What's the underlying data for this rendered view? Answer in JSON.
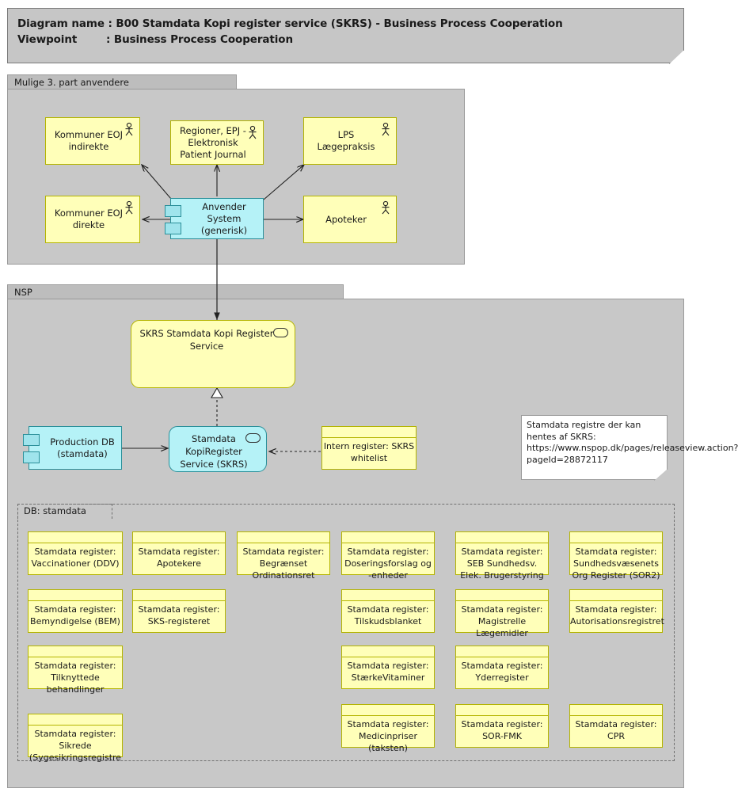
{
  "header": {
    "line1": "Diagram name : B00 Stamdata Kopi register service (SKRS) - Business Process Cooperation",
    "line2": "Viewpoint        : Business Process Cooperation"
  },
  "groups": {
    "third_party": {
      "label": "Mulige 3. part anvendere"
    },
    "nsp": {
      "label": "NSP"
    },
    "db_stamdata": {
      "label": "DB: stamdata"
    }
  },
  "actors": [
    {
      "id": "kommuner-eoj-indirekte",
      "label": "Kommuner EOJ indirekte"
    },
    {
      "id": "regioner-epj",
      "label": "Regioner, EPJ - Elektronisk Patient Journal"
    },
    {
      "id": "lps-laegepraksis",
      "label": "LPS Lægepraksis"
    },
    {
      "id": "kommuner-eoj-direkte",
      "label": "Kommuner EOJ direkte"
    },
    {
      "id": "apoteker",
      "label": "Apoteker"
    }
  ],
  "components": [
    {
      "id": "anvender-system",
      "label": "Anvender System (generisk)"
    },
    {
      "id": "production-db",
      "label": "Production DB (stamdata)"
    }
  ],
  "services": [
    {
      "id": "skrs-service",
      "label": "SKRS Stamdata Kopi Register Service"
    },
    {
      "id": "skrs-kopiregister",
      "label": "Stamdata KopiRegister Service (SKRS)"
    }
  ],
  "intern_register": {
    "label": "Intern register: SKRS whitelist"
  },
  "note": {
    "text": "Stamdata registre der kan hentes af SKRS: https://www.nspop.dk/pages/releaseview.action?pageId=28872117"
  },
  "registers": [
    {
      "id": "reg-ddv",
      "label": "Stamdata register: Vaccinationer (DDV)"
    },
    {
      "id": "reg-apotekere",
      "label": "Stamdata register: Apotekere"
    },
    {
      "id": "reg-begraenset",
      "label": "Stamdata register: Begrænset Ordinationsret"
    },
    {
      "id": "reg-doseringsforslag",
      "label": "Stamdata register: Doseringsforslag og -enheder"
    },
    {
      "id": "reg-seb",
      "label": "Stamdata register: SEB Sundhedsv. Elek. Brugerstyring"
    },
    {
      "id": "reg-sor2",
      "label": "Stamdata register: Sundhedsvæsenets Org Register (SOR2)"
    },
    {
      "id": "reg-bem",
      "label": "Stamdata register: Bemyndigelse (BEM)"
    },
    {
      "id": "reg-sks",
      "label": "Stamdata register: SKS-registeret"
    },
    {
      "id": "reg-tilskudsblanket",
      "label": "Stamdata register: Tilskudsblanket"
    },
    {
      "id": "reg-magistrelle",
      "label": "Stamdata register: Magistrelle Lægemidler"
    },
    {
      "id": "reg-autorisation",
      "label": "Stamdata register: Autorisationsregistret"
    },
    {
      "id": "reg-tilknyttede",
      "label": "Stamdata register: Tilknyttede behandlinger"
    },
    {
      "id": "reg-staerkevitaminer",
      "label": "Stamdata register: StærkeVitaminer"
    },
    {
      "id": "reg-yderregister",
      "label": "Stamdata register: Yderregister"
    },
    {
      "id": "reg-sikrede",
      "label": "Stamdata register: Sikrede (Sygesikringsregistre"
    },
    {
      "id": "reg-medicinpriser",
      "label": "Stamdata register: Medicinpriser (taksten)"
    },
    {
      "id": "reg-sor-fmk",
      "label": "Stamdata register: SOR-FMK"
    },
    {
      "id": "reg-cpr",
      "label": "Stamdata register: CPR"
    }
  ],
  "colors": {
    "group_body": "#c8c8c8",
    "group_tab": "#bdbdbd",
    "actor_fill": "#ffffb9",
    "actor_border": "#b4b400",
    "component_fill": "#b5f2f7",
    "component_border": "#2a8f99",
    "note_fill": "#ffffff",
    "canvas": "#ffffff"
  }
}
